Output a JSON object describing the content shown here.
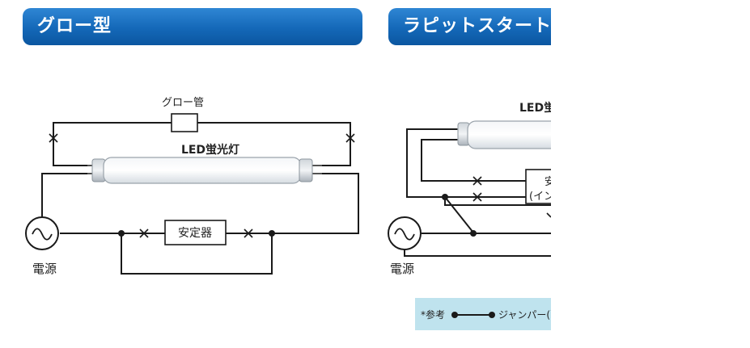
{
  "left_panel": {
    "header": "グロー型",
    "glow_tube_label": "グロー管",
    "led_lamp_label": "LED蛍光灯",
    "ballast_label": "安定器",
    "power_label": "電源"
  },
  "right_panel": {
    "header": "ラピットスタート型/イ",
    "led_lamp_label": "LED蛍",
    "ballast_label_1": "安",
    "ballast_label_2": "(イン",
    "power_label": "電源",
    "note_ref": "*参考",
    "note_text": "ジャンパー(配"
  },
  "colors": {
    "header_blue": "#1468b8",
    "line": "#1a1a1a",
    "note_bg": "#bfe3ee"
  }
}
